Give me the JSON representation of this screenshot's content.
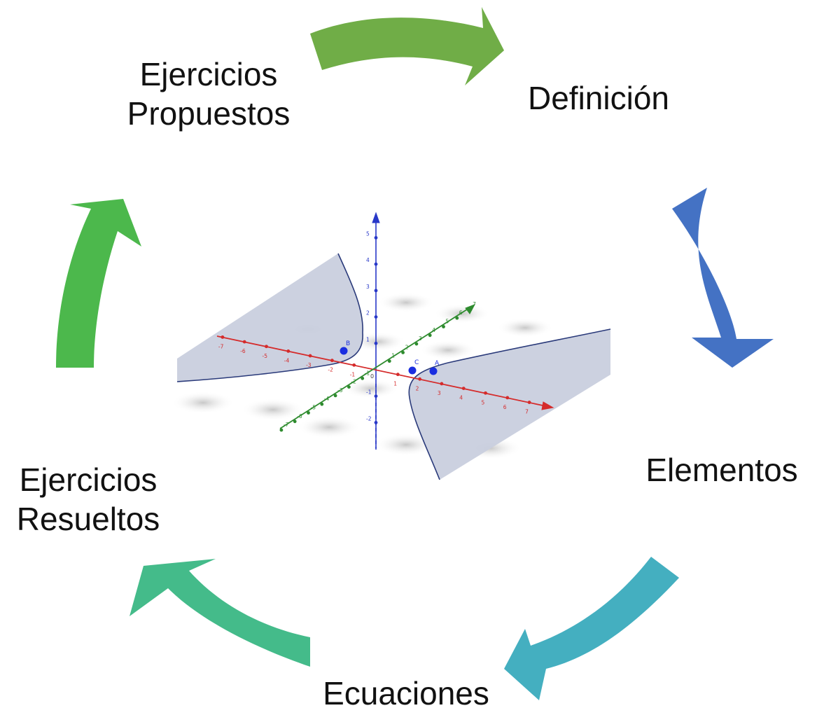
{
  "cycle": {
    "steps": [
      {
        "id": "definicion",
        "lines": [
          "Definición"
        ]
      },
      {
        "id": "elementos",
        "lines": [
          "Elementos"
        ]
      },
      {
        "id": "ecuaciones",
        "lines": [
          "Ecuaciones"
        ]
      },
      {
        "id": "resueltos",
        "lines": [
          "Ejercicios",
          "Resueltos"
        ]
      },
      {
        "id": "propuestos",
        "lines": [
          "Ejercicios",
          "Propuestos"
        ]
      }
    ],
    "arrow_colors": {
      "propuestos_to_definicion": "#70AD47",
      "definicion_to_elementos": "#4472C4",
      "elementos_to_ecuaciones": "#44AFC0",
      "ecuaciones_to_resueltos": "#44BB8A",
      "resueltos_to_propuestos": "#4CB84C"
    }
  },
  "graph3d": {
    "surface_color": "#C9CFDE",
    "x_axis": {
      "color": "#D52B2B",
      "ticks": [
        "-7",
        "-6",
        "-5",
        "-4",
        "-3",
        "-2",
        "-1",
        "1",
        "2",
        "3",
        "4",
        "5",
        "6",
        "7"
      ]
    },
    "y_axis": {
      "color": "#2E8B2E",
      "ticks": [
        "-7",
        "-6",
        "-5",
        "-4",
        "-3",
        "-2",
        "-1",
        "1",
        "2",
        "3",
        "4",
        "5",
        "6",
        "7"
      ]
    },
    "z_axis": {
      "color": "#2838C8",
      "ticks": [
        "5",
        "4",
        "3",
        "2",
        "1",
        "-1",
        "-2"
      ]
    },
    "origin_label": "0",
    "points": [
      "A",
      "B",
      "C"
    ]
  }
}
